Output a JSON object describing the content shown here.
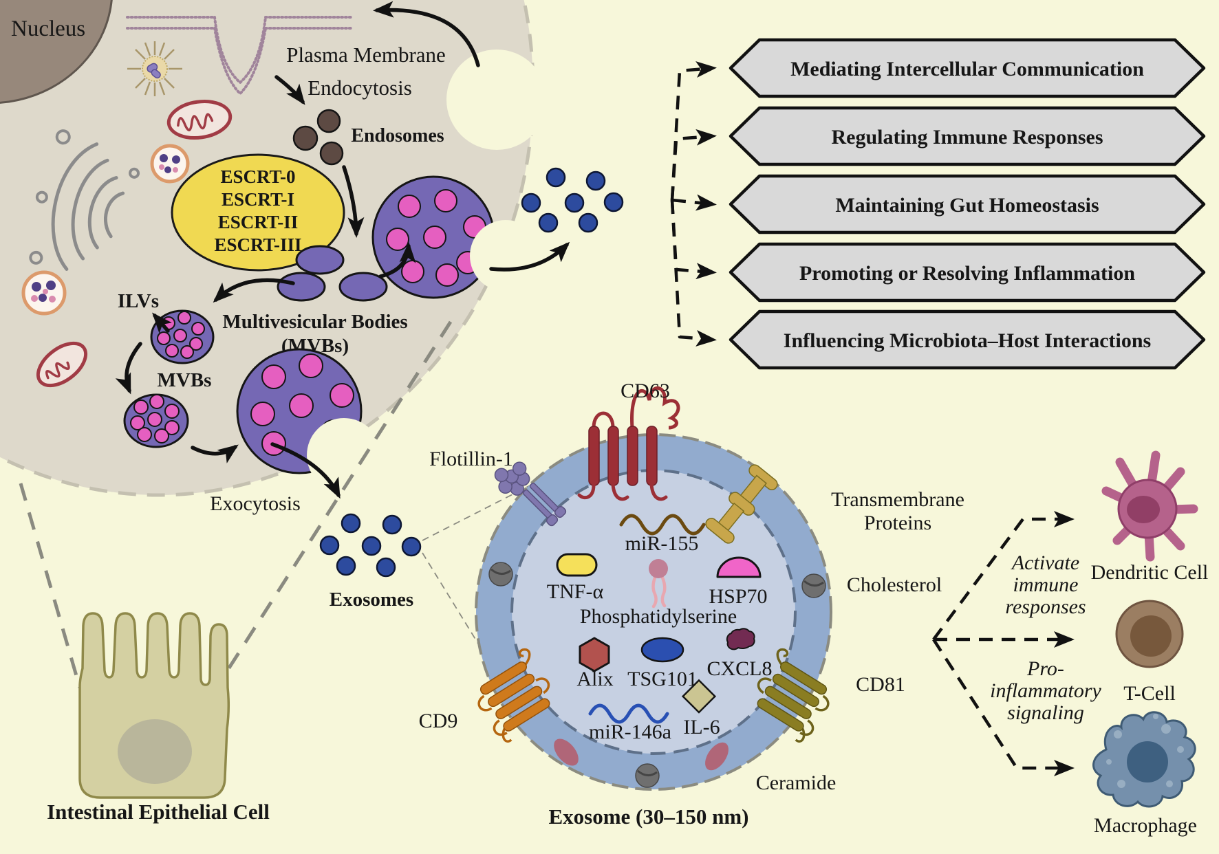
{
  "colors": {
    "background": "#f7f7da",
    "cell_fill": "#ded9cb",
    "cell_border": "#c4c0b0",
    "nucleus_fill": "#97887b",
    "escrt_fill": "#f0d952",
    "endosome_brown": "#5d4a43",
    "mvb_purple": "#7568b4",
    "ilv_pink": "#e55fc0",
    "exosome_dot_blue": "#2d4b9e",
    "banner_fill": "#d9d9d9",
    "ring_fill": "#92abce",
    "ring_inner_fill": "#c6d0e2",
    "cd63_red": "#9c2f36",
    "flotillin_purple": "#8077ae",
    "transmembrane_gold": "#c8a64b",
    "cd9_orange": "#cf7a1c",
    "cd81_olive": "#8a7d22",
    "tnf_yellow": "#f5e05a",
    "hsp70_pink": "#f065c8",
    "alix_red": "#b2524e",
    "tsg101_blue": "#2b4fb0",
    "cxcl8_maroon": "#722b52",
    "il6_khaki": "#cbc592",
    "ceramide_rose": "#b06678",
    "epithelial_fill": "#d4d0a2",
    "dendritic_pink": "#b5628b",
    "tcell_brown": "#9b7e62",
    "macrophage_blue": "#7590ac"
  },
  "cell": {
    "nucleus_label": "Nucleus",
    "plasma_membrane_label": "Plasma Membrane",
    "endocytosis_label": "Endocytosis",
    "endosomes_label": "Endosomes",
    "escrt_lines": [
      "ESCRT-0",
      "ESCRT-I",
      "ESCRT-II",
      "ESCRT-III"
    ],
    "ilvs_label": "ILVs",
    "mvb_title_line1": "Multivesicular Bodies",
    "mvb_title_line2": "(MVBs)",
    "mvbs_label": "MVBs",
    "exocytosis_label": "Exocytosis"
  },
  "functions_list": [
    "Mediating Intercellular Communication",
    "Regulating Immune Responses",
    "Maintaining Gut Homeostasis",
    "Promoting or Resolving Inflammation",
    "Influencing Microbiota–Host Interactions"
  ],
  "exosomes_cluster_label": "Exosomes",
  "epithelial_cell_label": "Intestinal Epithelial Cell",
  "exosome": {
    "title": "Exosome (30–150 nm)",
    "cd63": "CD63",
    "flotillin": "Flotillin-1",
    "transmembrane_line1": "Transmembrane",
    "transmembrane_line2": "Proteins",
    "cholesterol": "Cholesterol",
    "cd81": "CD81",
    "cd9": "CD9",
    "ceramide": "Ceramide",
    "mir155": "miR-155",
    "tnfa": "TNF-α",
    "hsp70": "HSP70",
    "phosphatidylserine": "Phosphatidylserine",
    "alix": "Alix",
    "tsg101": "TSG101",
    "cxcl8": "CXCL8",
    "il6": "IL-6",
    "mir146a": "miR-146a"
  },
  "immune": {
    "activate_lines": [
      "Activate",
      "immune",
      "responses"
    ],
    "proinflammatory_lines": [
      "Pro-",
      "inflammatory",
      "signaling"
    ],
    "dendritic_label": "Dendritic Cell",
    "tcell_label": "T-Cell",
    "macrophage_label": "Macrophage"
  }
}
